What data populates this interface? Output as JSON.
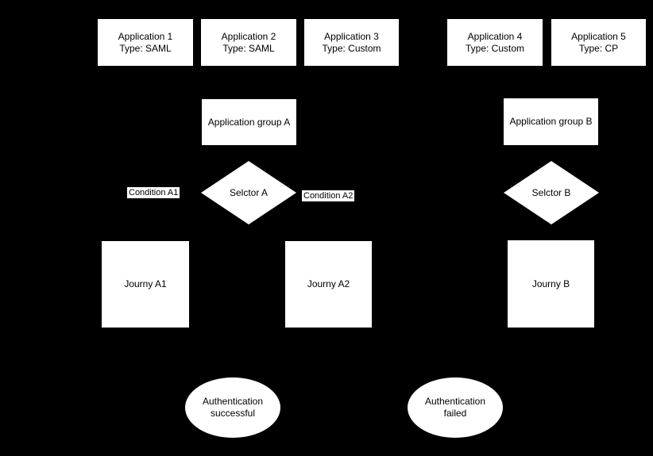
{
  "canvas": {
    "background_color": "#000000",
    "node_fill_color": "#ffffff",
    "node_text_color": "#000000"
  },
  "applications": [
    {
      "title": "Application 1",
      "subtitle": "Type: SAML"
    },
    {
      "title": "Application 2",
      "subtitle": "Type: SAML"
    },
    {
      "title": "Application 3",
      "subtitle": "Type: Custom"
    },
    {
      "title": "Application 4",
      "subtitle": "Type: Custom"
    },
    {
      "title": "Application 5",
      "subtitle": "Type: CP"
    }
  ],
  "groups": [
    {
      "label": "Application group A"
    },
    {
      "label": "Application group B"
    }
  ],
  "selectors": [
    {
      "label": "Selctor A"
    },
    {
      "label": "Selctor B"
    }
  ],
  "condition_labels": [
    {
      "label": "Condition A1"
    },
    {
      "label": "Condition A2"
    }
  ],
  "journeys": [
    {
      "label": "Journy A1"
    },
    {
      "label": "Journy A2"
    },
    {
      "label": "Journy B"
    }
  ],
  "outcomes": [
    {
      "line1": "Authentication",
      "line2": "successful"
    },
    {
      "line1": "Authentication",
      "line2": "failed"
    }
  ]
}
